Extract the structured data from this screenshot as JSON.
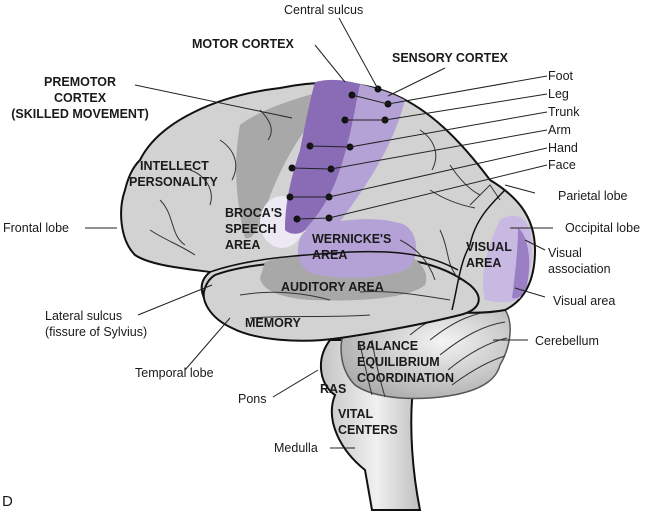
{
  "figure": {
    "panel_letter": "D",
    "colors": {
      "brain_gray": "#d2d2d2",
      "dark_gray": "#a8a8a8",
      "motor_purple": "#8a6bb5",
      "sensory_purple": "#b4a2d6",
      "light_purple": "#c8b9e3",
      "outline": "#111111"
    }
  },
  "functional_areas": {
    "motor_cortex": "MOTOR CORTEX",
    "sensory_cortex": "SENSORY CORTEX",
    "premotor_line1": "PREMOTOR",
    "premotor_line2": "CORTEX",
    "premotor_line3": "(SKILLED MOVEMENT)",
    "intellect_line1": "INTELLECT",
    "intellect_line2": "PERSONALITY",
    "broca_line1": "BROCA'S",
    "broca_line2": "SPEECH",
    "broca_line3": "AREA",
    "wernicke_line1": "WERNICKE'S",
    "wernicke_line2": "AREA",
    "auditory": "AUDITORY AREA",
    "visual_line1": "VISUAL",
    "visual_line2": "AREA",
    "memory": "MEMORY",
    "balance_line1": "BALANCE",
    "balance_line2": "EQUILIBRIUM",
    "balance_line3": "COORDINATION",
    "ras": "RAS",
    "vital_line1": "VITAL",
    "vital_line2": "CENTERS"
  },
  "anatomical_labels": {
    "central_sulcus": "Central sulcus",
    "frontal_lobe": "Frontal lobe",
    "lateral_sulcus_line1": "Lateral sulcus",
    "lateral_sulcus_line2": "(fissure of Sylvius)",
    "temporal_lobe": "Temporal lobe",
    "pons": "Pons",
    "medulla": "Medulla",
    "parietal_lobe": "Parietal lobe",
    "occipital_lobe": "Occipital lobe",
    "visual_association_line1": "Visual",
    "visual_association_line2": "association",
    "visual_area": "Visual area",
    "cerebellum": "Cerebellum"
  },
  "body_map": [
    "Foot",
    "Leg",
    "Trunk",
    "Arm",
    "Hand",
    "Face"
  ]
}
